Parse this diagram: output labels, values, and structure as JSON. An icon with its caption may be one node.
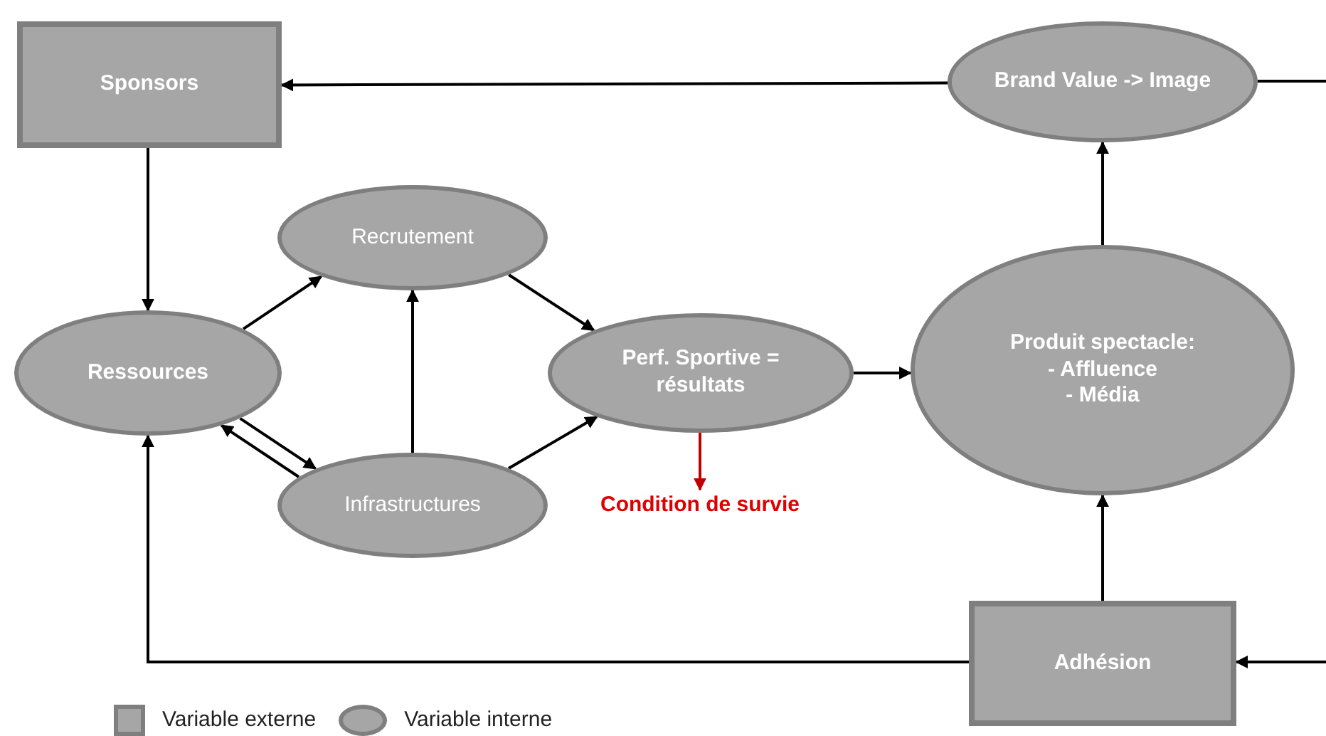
{
  "diagram": {
    "nodes": [
      {
        "text": [
          "Sponsors"
        ]
      },
      {
        "text": [
          "Brand Value -> Image"
        ]
      },
      {
        "text": [
          "Recrutement"
        ]
      },
      {
        "text": [
          "Ressources"
        ]
      },
      {
        "text": [
          "Perf. Sportive = résultats"
        ]
      },
      {
        "text": [
          "Produit spectacle:",
          "- Affluence",
          "- Média"
        ]
      },
      {
        "text": [
          "Infrastructures"
        ]
      },
      {
        "text": [
          "Condition de survie"
        ]
      },
      {
        "text": [
          "Adhésion"
        ]
      }
    ],
    "edges": [
      {
        "from": 1,
        "to": 0,
        "arrow": "to"
      },
      {
        "from": 0,
        "to": 3,
        "arrow": "to"
      },
      {
        "from": 3,
        "to": 2,
        "arrow": "to"
      },
      {
        "from": 2,
        "to": 4,
        "arrow": "to"
      },
      {
        "from": 6,
        "to": 2,
        "arrow": "to"
      },
      {
        "from": 6,
        "to": 4,
        "arrow": "to"
      },
      {
        "from": 3,
        "to": 6,
        "arrow": "to"
      },
      {
        "from": 6,
        "to": 3,
        "arrow": "to"
      },
      {
        "from": 4,
        "to": 5,
        "arrow": "to"
      },
      {
        "from": 4,
        "to": 7,
        "arrow": "to",
        "color": "#c00000"
      },
      {
        "from": 5,
        "to": 1,
        "arrow": "to"
      },
      {
        "from": 8,
        "to": 5,
        "arrow": "to"
      },
      {
        "from": 8,
        "to": 3,
        "arrow": "to"
      },
      {
        "from": 1,
        "to": null,
        "arrow": "none"
      },
      {
        "from": null,
        "to": 8,
        "arrow": "to"
      }
    ],
    "legend": [
      {
        "text": "Variable externe"
      },
      {
        "text": "Variable interne"
      }
    ]
  }
}
